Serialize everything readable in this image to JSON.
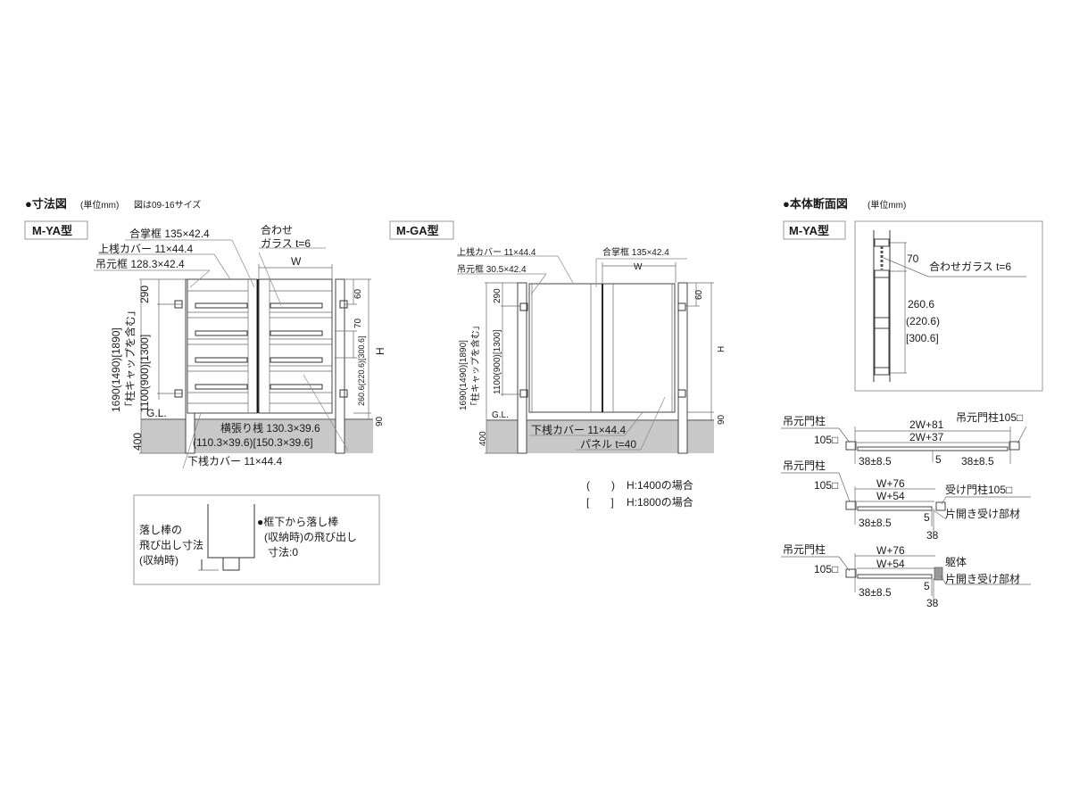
{
  "left": {
    "title": "●寸法図",
    "unit": "(単位mm)",
    "note_size": "図は09-16サイズ",
    "type_label": "M-YA型",
    "labels": {
      "gassho": "合掌框 135×42.4",
      "joresan": "上桟カバー 11×44.4",
      "tsurimoto": "吊元框 128.3×42.4",
      "glass1": "合わせ",
      "glass2": "ガラス t=6",
      "w": "W",
      "h": "H",
      "d60": "60",
      "d70": "70",
      "d290": "290",
      "d90": "90",
      "d400": "400",
      "pitch": "260.6(220.6)[300.6]",
      "height_total": "1690(1490)[1890]",
      "cap": "「柱キャップを含む」",
      "hinge": "1100(900)[1300]",
      "gl": "G.L.",
      "yoko1": "横張り桟 130.3×39.6",
      "yoko2": "(110.3×39.6)[150.3×39.6]",
      "gesan": "下桟カバー 11×44.4"
    }
  },
  "middle": {
    "type_label": "M-GA型",
    "labels": {
      "joresan": "上桟カバー 11×44.4",
      "tsurimoto": "吊元框 30.5×42.4",
      "gassho": "合掌框 135×42.4",
      "w": "W",
      "h": "H",
      "d60": "60",
      "d290": "290",
      "d90": "90",
      "d400": "400",
      "height_total": "1690(1490)[1890]",
      "cap": "「柱キャップを含む」",
      "hinge": "1100(900)[1300]",
      "gl": "G.L.",
      "gesan": "下桟カバー 11×44.4",
      "panel": "パネル t=40"
    },
    "legend": [
      {
        "mark": "(　　)",
        "text": "H:1400の場合"
      },
      {
        "mark": "[　　]",
        "text": "H:1800の場合"
      }
    ]
  },
  "drop_rod_note": {
    "left1": "落し棒の",
    "left2": "飛び出し寸法",
    "left3": "(収納時)",
    "right1": "●框下から落し棒",
    "right2": "(収納時)の飛び出し",
    "right3": "寸法:0"
  },
  "right": {
    "title": "●本体断面図",
    "unit": "(単位mm)",
    "type_label": "M-YA型",
    "section": {
      "d70": "70",
      "glass": "合わせガラス t=6",
      "p1": "260.6",
      "p2": "(220.6)",
      "p3": "[300.6]"
    },
    "plan1": {
      "post_left": "吊元門柱",
      "post_left_size": "105□",
      "post_right": "吊元門柱105□",
      "dim_outer": "2W+81",
      "dim_inner": "2W+37",
      "gap_left": "38±8.5",
      "gap_mid": "5",
      "gap_right": "38±8.5"
    },
    "plan2": {
      "post_left": "吊元門柱",
      "post_left_size": "105□",
      "post_right": "受け門柱105□",
      "receiver": "片開き受け部材",
      "dim_outer": "W+76",
      "dim_inner": "W+54",
      "gap_left": "38±8.5",
      "gap_5": "5",
      "gap_38": "38"
    },
    "plan3": {
      "post_left": "吊元門柱",
      "post_left_size": "105□",
      "wall": "躯体",
      "receiver": "片開き受け部材",
      "dim_outer": "W+76",
      "dim_inner": "W+54",
      "gap_left": "38±8.5",
      "gap_5": "5",
      "gap_38": "38"
    }
  }
}
